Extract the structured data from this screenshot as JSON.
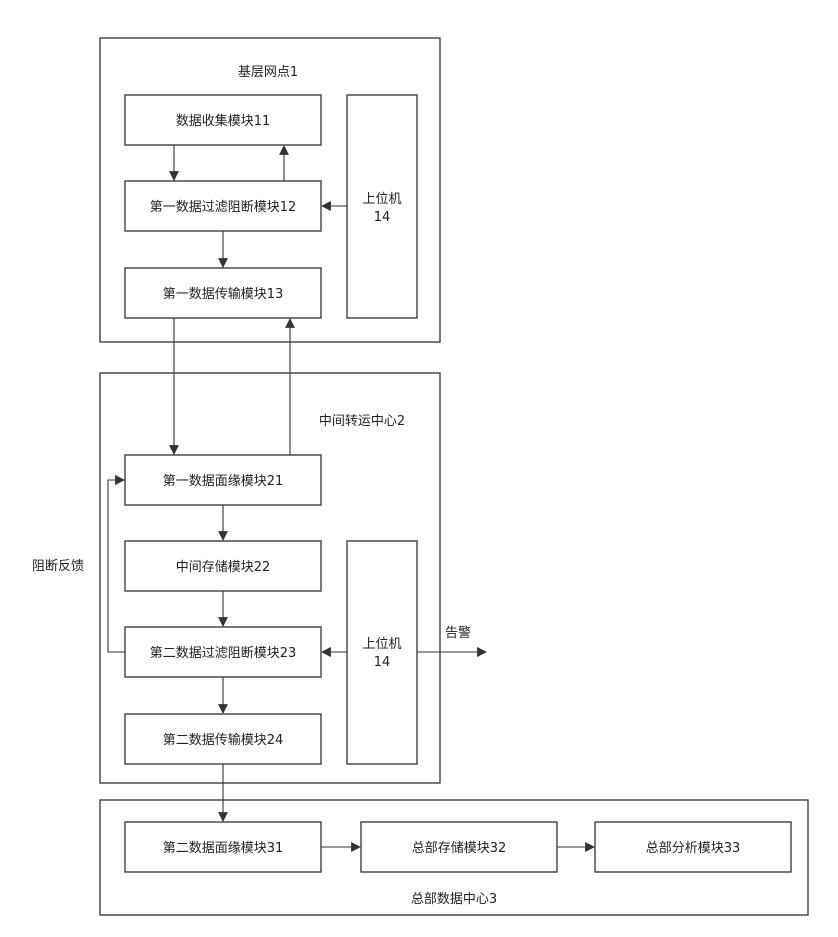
{
  "groups": {
    "base_node": "基层网点1",
    "transit_center": "中间转运中心2",
    "hq_center": "总部数据中心3"
  },
  "modules": {
    "m11": "数据收集模块11",
    "m12": "第一数据过滤阻断模块12",
    "m13": "第一数据传输模块13",
    "m21": "第一数据面缘模块21",
    "m22": "中间存储模块22",
    "m23": "第二数据过滤阻断模块23",
    "m24": "第二数据传输模块24",
    "m31": "第二数据面缘模块31",
    "m32": "总部存储模块32",
    "m33": "总部分析模块33"
  },
  "host_computer": {
    "line1": "上位机",
    "line2": "14"
  },
  "labels": {
    "block_feedback": "阻断反馈",
    "alarm": "告警"
  }
}
